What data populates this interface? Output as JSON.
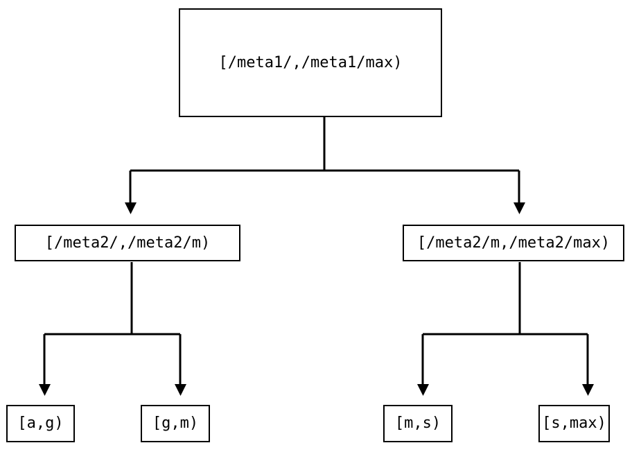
{
  "diagram": {
    "type": "tree",
    "title": "",
    "background_color": "#ffffff",
    "line_color": "#000000",
    "node_fill": "#ffffff",
    "node_border_color": "#000000",
    "nodes": {
      "root": {
        "label": "[/meta1/,/meta1/max)"
      },
      "mid_left": {
        "label": "[/meta2/,/meta2/m)"
      },
      "mid_right": {
        "label": "[/meta2/m,/meta2/max)"
      },
      "leaf_1": {
        "label": "[a,g)"
      },
      "leaf_2": {
        "label": "[g,m)"
      },
      "leaf_3": {
        "label": "[m,s)"
      },
      "leaf_4": {
        "label": "[s,max)"
      }
    },
    "edges": [
      {
        "from": "root",
        "to": "mid_left",
        "arrow": "filled-triangle-down"
      },
      {
        "from": "root",
        "to": "mid_right",
        "arrow": "filled-triangle-down"
      },
      {
        "from": "mid_left",
        "to": "leaf_1",
        "arrow": "filled-triangle-down"
      },
      {
        "from": "mid_left",
        "to": "leaf_2",
        "arrow": "filled-triangle-down"
      },
      {
        "from": "mid_right",
        "to": "leaf_3",
        "arrow": "filled-triangle-down"
      },
      {
        "from": "mid_right",
        "to": "leaf_4",
        "arrow": "filled-triangle-down"
      }
    ]
  }
}
